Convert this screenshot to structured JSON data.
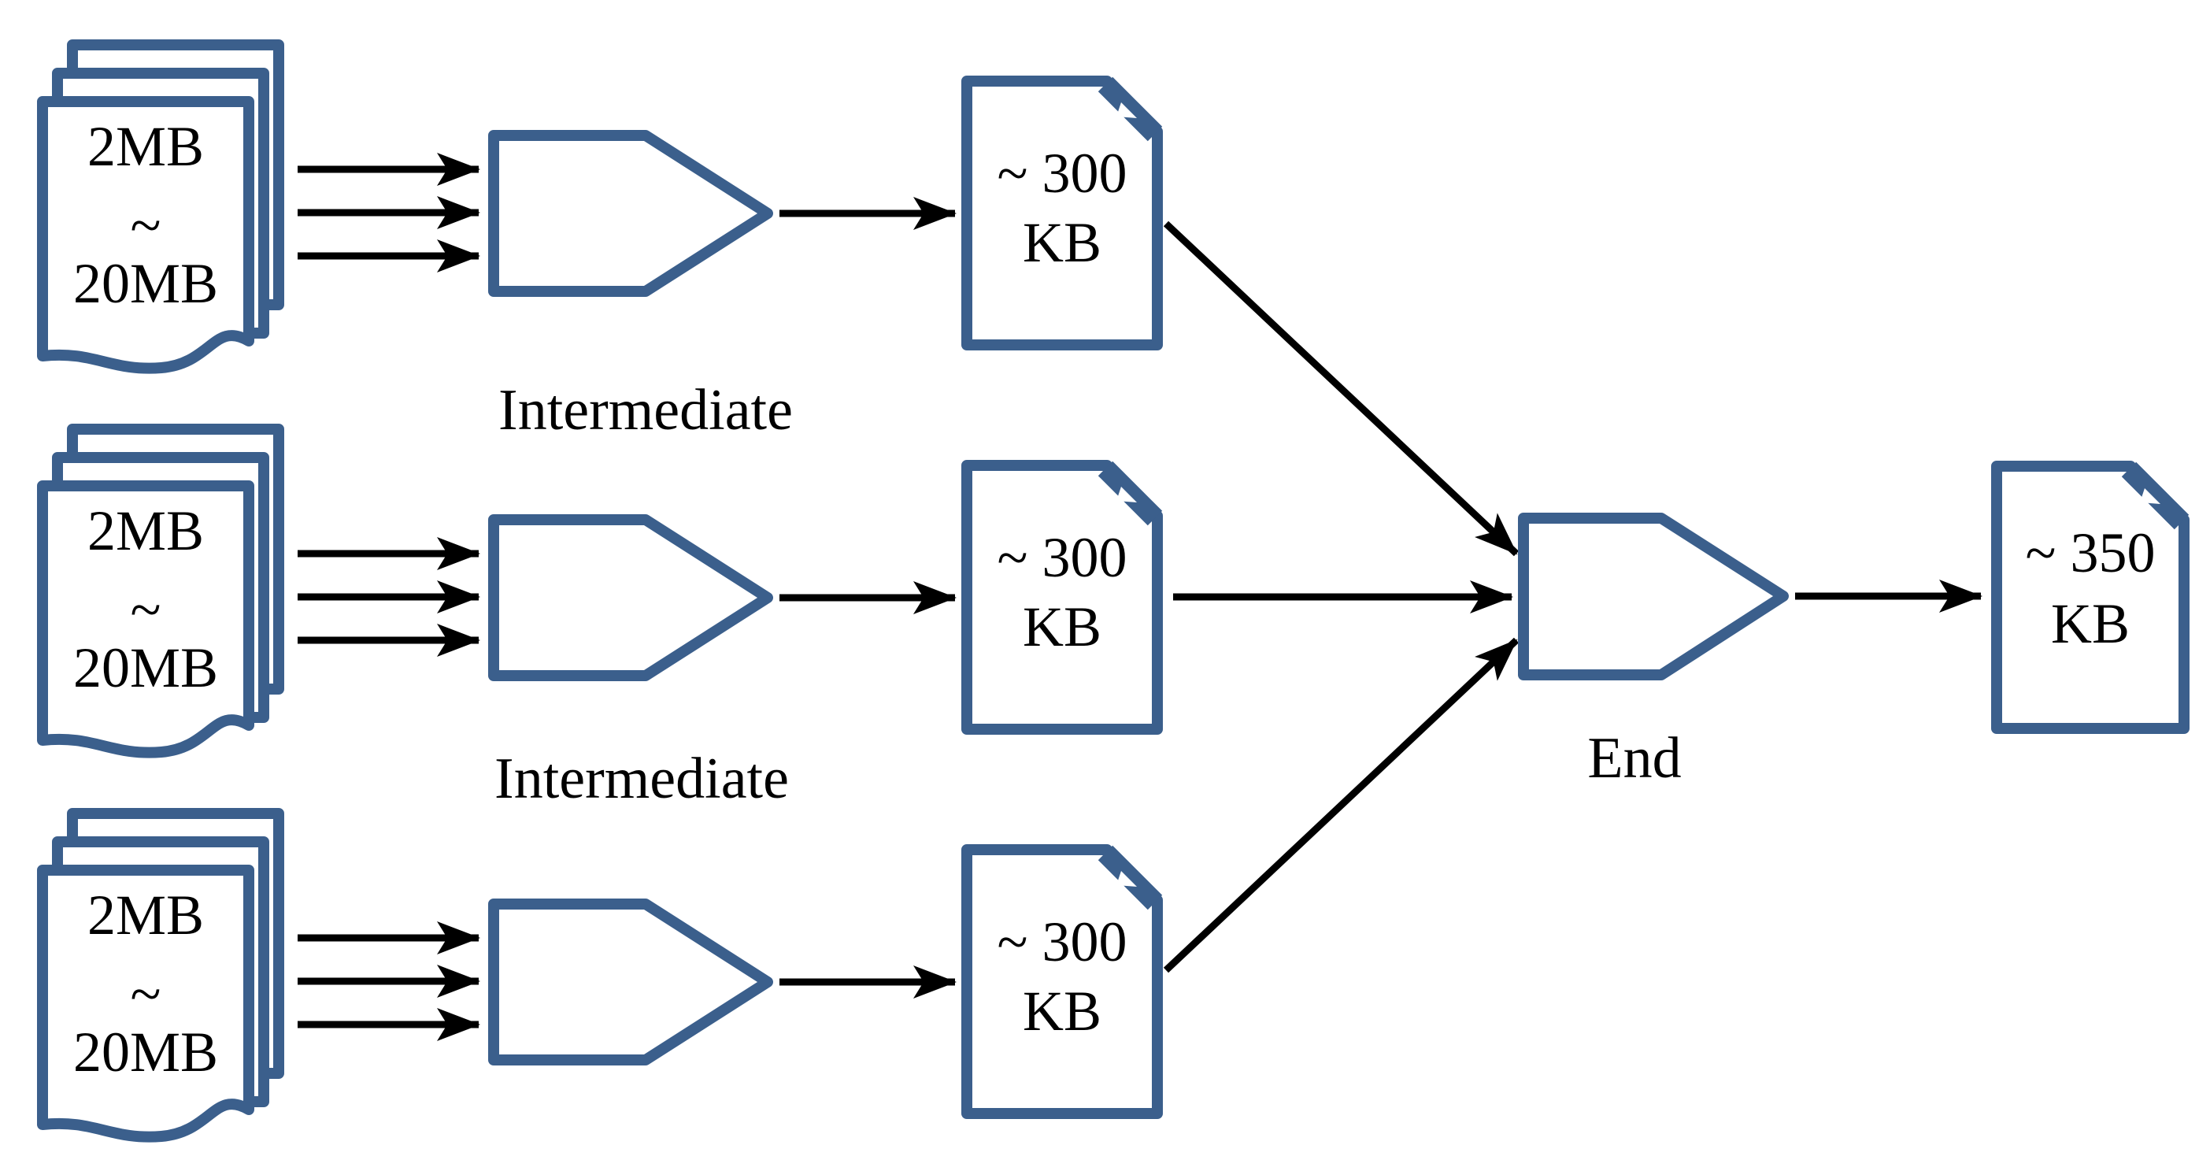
{
  "diagram": {
    "type": "flow-diagram",
    "colors": {
      "shape_stroke": "#3B5F8C",
      "shape_fill": "#FFFFFF",
      "arrow": "#000000",
      "text": "#000000",
      "background": "#FFFFFF"
    },
    "rows": [
      {
        "source": {
          "line1": "2MB",
          "line2": "~",
          "line3": "20MB"
        },
        "stage_label": "Intermediate",
        "output": {
          "line1": "~ 300",
          "line2": "KB"
        }
      },
      {
        "source": {
          "line1": "2MB",
          "line2": "~",
          "line3": "20MB"
        },
        "stage_label": "Intermediate",
        "output": {
          "line1": "~ 300",
          "line2": "KB"
        }
      },
      {
        "source": {
          "line1": "2MB",
          "line2": "~",
          "line3": "20MB"
        },
        "stage_label": "",
        "output": {
          "line1": "~ 300",
          "line2": "KB"
        }
      }
    ],
    "end_stage": {
      "label": "End",
      "output": {
        "line1": "~ 350",
        "line2": "KB"
      }
    }
  }
}
